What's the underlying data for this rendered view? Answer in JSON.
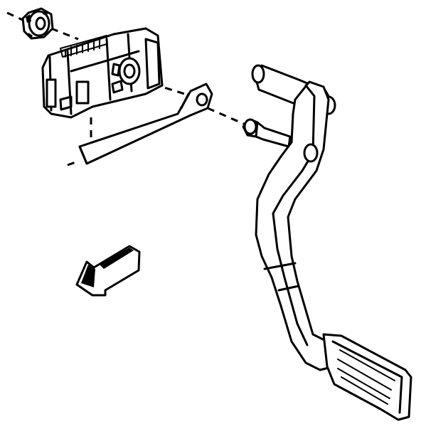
{
  "diagram": {
    "parts": [
      {
        "name": "retaining-nut",
        "icon": "nut-icon"
      },
      {
        "name": "brake-switch-bracket",
        "icon": "switch-bracket-icon"
      },
      {
        "name": "pushrod-link",
        "icon": "pushrod-icon"
      },
      {
        "name": "retaining-pin",
        "icon": "pin-icon"
      },
      {
        "name": "pivot-shaft",
        "icon": "shaft-icon"
      },
      {
        "name": "pedal-arm",
        "icon": "pedal-arm-icon"
      },
      {
        "name": "pedal-pad",
        "icon": "pedal-pad-icon"
      }
    ],
    "direction_arrow": {
      "icon": "arrow-forward-icon"
    },
    "colors": {
      "ink": "#000000",
      "background": "#ffffff"
    }
  }
}
